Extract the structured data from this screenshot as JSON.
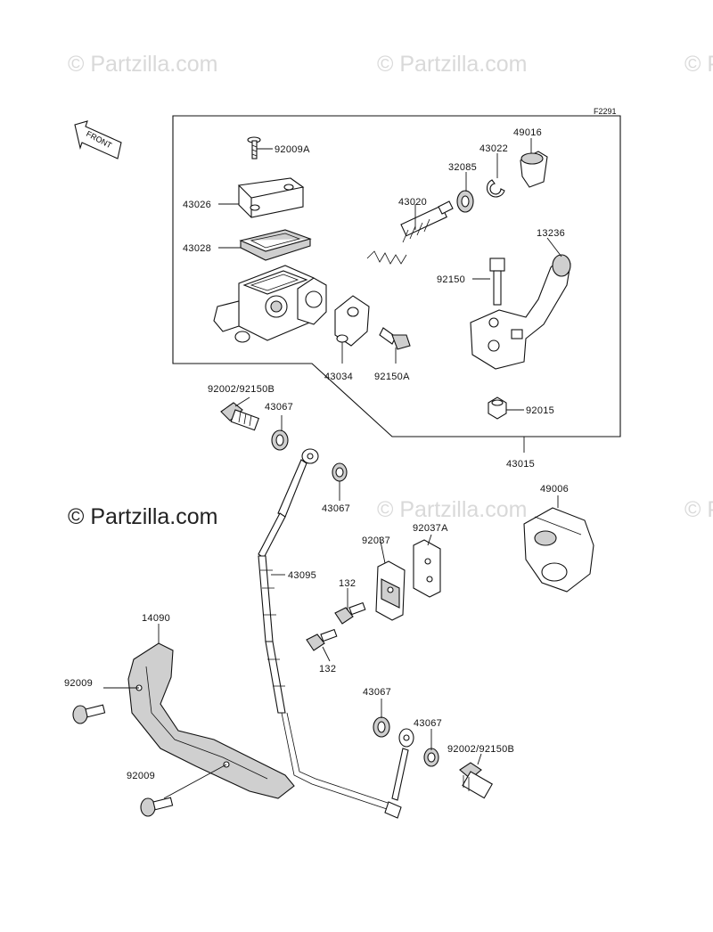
{
  "watermarks": {
    "small": "© Partzilla.com",
    "large": "© Partzilla.com"
  },
  "figure_id": "F2291",
  "front_marker": "FRONT",
  "parts": {
    "p92009A": "92009A",
    "p43026": "43026",
    "p43028": "43028",
    "p43020": "43020",
    "p32085": "32085",
    "p43022": "43022",
    "p49016": "49016",
    "p13236": "13236",
    "p92150": "92150",
    "p43034": "43034",
    "p92150A": "92150A",
    "p92015": "92015",
    "p43015": "43015",
    "p92002_top": "92002/92150B",
    "p43067_a": "43067",
    "p43067_b": "43067",
    "p43067_c": "43067",
    "p43067_d": "43067",
    "p49006": "49006",
    "p92037": "92037",
    "p92037A": "92037A",
    "p43095": "43095",
    "p132_a": "132",
    "p132_b": "132",
    "p14090": "14090",
    "p92009_a": "92009",
    "p92009_b": "92009",
    "p92002_bot": "92002/92150B"
  },
  "colors": {
    "ink": "#111111",
    "watermark": "#d9d9d9",
    "shade_light": "#cfcfcf",
    "shade_dark": "#9a9a9a"
  }
}
